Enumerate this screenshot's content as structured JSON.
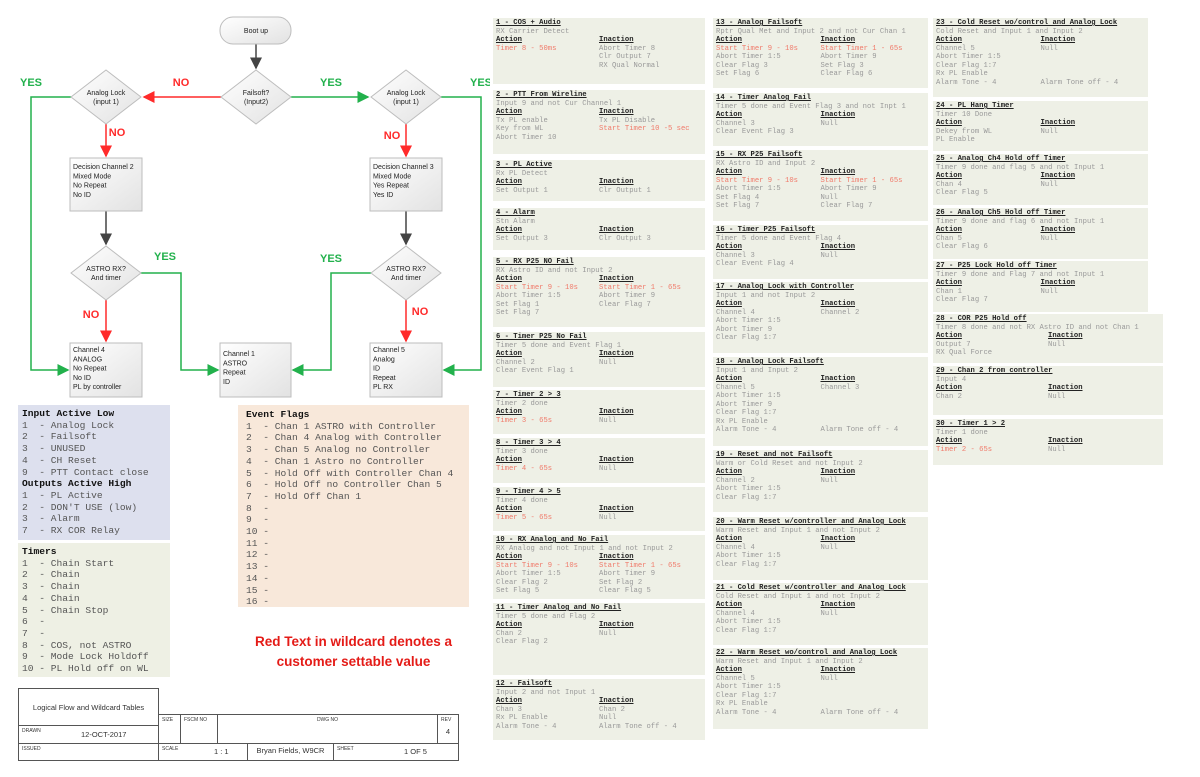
{
  "flowchart": {
    "boot": "Boot up",
    "failsoft": [
      "Failsoft?",
      "(Input2)"
    ],
    "analog_lock_left": [
      "Analog Lock",
      "(input 1)"
    ],
    "analog_lock_right": [
      "Analog Lock",
      "(input 1)"
    ],
    "decision_ch2": [
      "Decision Channel 2",
      "Mixed Mode",
      "No Repeat",
      "No ID"
    ],
    "decision_ch3": [
      "Decision Channel 3",
      "Mixed Mode",
      "Yes Repeat",
      "Yes ID"
    ],
    "astro_left": [
      "ASTRO RX?",
      "And timer"
    ],
    "astro_right": [
      "ASTRO RX?",
      "And timer"
    ],
    "channel4": [
      "Channel 4",
      "ANALOG",
      "No Repeat",
      "No ID",
      "PL by controller"
    ],
    "channel1": [
      "Channel 1",
      "ASTRO",
      "Repeat",
      "ID"
    ],
    "channel5": [
      "Channel 5",
      "Analog",
      "ID",
      "Repeat",
      "PL RX"
    ],
    "yes": "YES",
    "no": "NO",
    "colors": {
      "yes": "#22b14c",
      "no": "#ff2a2a",
      "neutral": "#555555"
    }
  },
  "inputs": {
    "title": "Input Active Low",
    "items": [
      "1  - Analog Lock",
      "2  - Failsoft",
      "3  - UNUSED",
      "4  - CH Reset",
      "9  - PTT Contact close"
    ],
    "outputs_title": "Outputs Active High",
    "outputs": [
      "1  - PL Active",
      "2  - DON'T USE (low)",
      "3  - Alarm",
      "7  - RX COR Relay"
    ]
  },
  "timers": {
    "title": "Timers",
    "items": [
      "1  - Chain Start",
      "2  - Chain",
      "3  - Chain",
      "4  - Chain",
      "5  - Chain Stop",
      "6  -",
      "7  -",
      "8  - COS, not ASTRO",
      "9  - Mode Lock Holdoff",
      "10 - PL Hold off on WL"
    ]
  },
  "event_flags": {
    "title": "Event Flags",
    "items": [
      "1  - Chan 1 ASTRO with Controller",
      "2  - Chan 4 Analog with Controller",
      "3  - Chan 5 Analog no Controller",
      "4  - Chan 1 Astro no Controller",
      "5  - Hold Off with Controller Chan 4",
      "6  - Hold Off no Controller Chan 5",
      "7  - Hold Off Chan 1",
      "8  -",
      "9  -",
      "10 -",
      "11 -",
      "12 -",
      "13 -",
      "14 -",
      "15 -",
      "16 -"
    ]
  },
  "note": [
    "Red Text in wildcard denotes a",
    "customer settable value"
  ],
  "title_block": {
    "title": "Logical Flow and Wildcard Tables",
    "drawn_label": "DRAWN",
    "drawn": "12-OCT-2017",
    "issued_label": "ISSUED",
    "size_label": "SIZE",
    "fscm_label": "FSCM NO",
    "dwg_label": "DWG NO",
    "rev_label": "REV",
    "rev": "4",
    "scale_label": "SCALE",
    "scale": "1 : 1",
    "author": "Bryan Fields, W9CR",
    "sheet_label": "SHEET",
    "sheet": "1 OF 5"
  },
  "wildcards": {
    "action_label": "Action",
    "inaction_label": "Inaction",
    "columns": [
      [
        {
          "title": "1 - COS + Audio",
          "cond": "RX Carrier Detect",
          "action": [
            {
              "text": "Timer 8 - 50ms",
              "red": true
            }
          ],
          "inaction": [
            {
              "text": "Abort Timer 8"
            },
            {
              "text": "Clr Output 7"
            },
            {
              "text": "RX Qual Normal"
            }
          ]
        },
        {
          "title": "2 - PTT From Wireline",
          "cond": "Input 9 and not Cur Channel 1",
          "action": [
            {
              "text": "Tx PL enable"
            },
            {
              "text": "Key from WL"
            },
            {
              "text": "Abort Timer 10"
            }
          ],
          "inaction": [
            {
              "text": "Tx PL Disable"
            },
            {
              "text": "Start Timer 10 -5 sec",
              "red": true
            }
          ]
        },
        {
          "title": "3 - PL Active",
          "cond": "Rx PL Detect",
          "action": [
            {
              "text": "Set Output 1"
            }
          ],
          "inaction": [
            {
              "text": "Clr Output 1"
            }
          ]
        },
        {
          "title": "4 - Alarm",
          "cond": "Stn Alarm",
          "action": [
            {
              "text": "Set Output 3"
            }
          ],
          "inaction": [
            {
              "text": "Clr Output 3"
            }
          ]
        },
        {
          "title": "5 - RX P25 NO Fail",
          "cond": "RX Astro ID and not Input 2",
          "action": [
            {
              "text": "Start Timer 9 - 10s",
              "red": true
            },
            {
              "text": "Abort Timer 1:5"
            },
            {
              "text": "Set Flag 1"
            },
            {
              "text": "Set Flag 7"
            }
          ],
          "inaction": [
            {
              "text": "Start Timer 1 - 65s",
              "red": true
            },
            {
              "text": "Abort Timer 9"
            },
            {
              "text": "Clear Flag 7"
            }
          ]
        },
        {
          "title": "6 - Timer P25 No Fail",
          "cond": "Timer 5 done and Event Flag 1",
          "action": [
            {
              "text": "Channel 2"
            },
            {
              "text": "Clear Event Flag 1"
            }
          ],
          "inaction": [
            {
              "text": "Null"
            }
          ]
        },
        {
          "title": "7 - Timer 2 > 3",
          "cond": "Timer 2 done",
          "action": [
            {
              "text": "Timer 3 - 65s",
              "red": true
            }
          ],
          "inaction": [
            {
              "text": "Null"
            }
          ]
        },
        {
          "title": "8 - Timer 3 > 4",
          "cond": "Timer 3 done",
          "action": [
            {
              "text": "Timer 4 - 65s",
              "red": true
            }
          ],
          "inaction": [
            {
              "text": "Null"
            }
          ]
        },
        {
          "title": "9 - Timer 4 > 5",
          "cond": "Timer 4 done",
          "action": [
            {
              "text": "Timer 5 - 65s",
              "red": true
            }
          ],
          "inaction": [
            {
              "text": "Null"
            }
          ]
        },
        {
          "title": "10 - RX Analog and No Fail",
          "cond": "RX Analog and not Input 1 and not Input 2",
          "action": [
            {
              "text": "Start Timer 9 - 10s",
              "red": true
            },
            {
              "text": "Abort Timer 1:5"
            },
            {
              "text": "Clear Flag 2"
            },
            {
              "text": "Set Flag 5"
            }
          ],
          "inaction": [
            {
              "text": "Start Timer 1 - 65s",
              "red": true
            },
            {
              "text": "Abort Timer 9"
            },
            {
              "text": "Set Flag 2"
            },
            {
              "text": "Clear Flag 5"
            }
          ]
        },
        {
          "title": "11 - Timer Analog and No Fail",
          "cond": "Timer 5 done and Flag 2",
          "action": [
            {
              "text": "Chan 2"
            },
            {
              "text": "Clear Flag 2"
            }
          ],
          "inaction": [
            {
              "text": "Null"
            }
          ]
        },
        {
          "title": "12 - Failsoft",
          "cond": "Input 2 and not Input 1",
          "action": [
            {
              "text": "Chan 3"
            },
            {
              "text": "Rx PL Enable"
            },
            {
              "text": "Alarm Tone - 4"
            }
          ],
          "inaction": [
            {
              "text": "Chan 2"
            },
            {
              "text": "Null"
            },
            {
              "text": "Alarm Tone off - 4"
            }
          ]
        }
      ],
      [
        {
          "title": "13 - Analog Failsoft",
          "cond": "Rptr Qual Met and Input 2 and not Cur Chan 1",
          "action": [
            {
              "text": "Start Timer 9 - 10s",
              "red": true
            },
            {
              "text": "Abort Timer 1:5"
            },
            {
              "text": "Clear Flag 3"
            },
            {
              "text": "Set Flag 6"
            }
          ],
          "inaction": [
            {
              "text": "Start Timer 1 - 65s",
              "red": true
            },
            {
              "text": "Abort Timer 9"
            },
            {
              "text": "Set Flag 3"
            },
            {
              "text": "Clear Flag 6"
            }
          ]
        },
        {
          "title": "14 - Timer Analog Fail",
          "cond": "Timer 5 done and Event Flag 3 and not Inpt 1",
          "action": [
            {
              "text": "Channel 3"
            },
            {
              "text": "Clear Event Flag 3"
            }
          ],
          "inaction": [
            {
              "text": "Null"
            }
          ]
        },
        {
          "title": "15 - RX P25 Failsoft",
          "cond": "RX Astro ID and Input 2",
          "action": [
            {
              "text": "Start Timer 9 - 10s",
              "red": true
            },
            {
              "text": "Abort Timer 1:5"
            },
            {
              "text": "Set Flag 4"
            },
            {
              "text": "Set Flag 7"
            }
          ],
          "inaction": [
            {
              "text": "Start Timer 1 - 65s",
              "red": true
            },
            {
              "text": "Abort Timer 9"
            },
            {
              "text": "Null"
            },
            {
              "text": "Clear Flag 7"
            }
          ]
        },
        {
          "title": "16 - Timer P25 Failsoft",
          "cond": "Timer 5 done and Event Flag 4",
          "action": [
            {
              "text": "Channel 3"
            },
            {
              "text": "Clear Event Flag 4"
            }
          ],
          "inaction": [
            {
              "text": "Null"
            }
          ]
        },
        {
          "title": "17 - Analog Lock with Controller",
          "cond": "Input 1 and not Input 2",
          "action": [
            {
              "text": "Channel 4"
            },
            {
              "text": "Abort Timer 1:5"
            },
            {
              "text": "Abort Timer 9"
            },
            {
              "text": "Clear Flag 1:7"
            }
          ],
          "inaction": [
            {
              "text": "Channel 2"
            }
          ]
        },
        {
          "title": "18 - Analog Lock Failsoft",
          "cond": "Input 1 and Input 2",
          "action": [
            {
              "text": "Channel 5"
            },
            {
              "text": "Abort Timer 1:5"
            },
            {
              "text": "Abort Timer 9"
            },
            {
              "text": "Clear Flag 1:7"
            },
            {
              "text": "Rx PL Enable"
            },
            {
              "text": "Alarm Tone - 4"
            }
          ],
          "inaction": [
            {
              "text": "Channel 3"
            },
            {
              "text": ""
            },
            {
              "text": ""
            },
            {
              "text": ""
            },
            {
              "text": ""
            },
            {
              "text": "Alarm Tone off - 4"
            }
          ]
        },
        {
          "title": "19 - Reset and not Failsoft",
          "cond": "Warm or Cold Reset and not Input 2",
          "action": [
            {
              "text": "Channel 2"
            },
            {
              "text": "Abort Timer 1:5"
            },
            {
              "text": "Clear Flag 1:7"
            }
          ],
          "inaction": [
            {
              "text": "Null"
            }
          ]
        },
        {
          "title": "20 - Warm Reset w/controller and Analog Lock",
          "cond": "Warm Reset and Input 1 and not Input 2",
          "action": [
            {
              "text": "Channel 4"
            },
            {
              "text": "Abort Timer 1:5"
            },
            {
              "text": "Clear Flag 1:7"
            }
          ],
          "inaction": [
            {
              "text": "Null"
            }
          ]
        },
        {
          "title": "21 - Cold Reset w/controller and Analog Lock",
          "cond": "Cold Reset and Input 1 and not Input 2",
          "action": [
            {
              "text": "Channel 4"
            },
            {
              "text": "Abort Timer 1:5"
            },
            {
              "text": "Clear Flag 1:7"
            }
          ],
          "inaction": [
            {
              "text": "Null"
            }
          ]
        },
        {
          "title": "22 - Warm Reset wo/control and Analog Lock",
          "cond": "Warm Reset and Input 1 and Input 2",
          "action": [
            {
              "text": "Channel 5"
            },
            {
              "text": "Abort Timer 1:5"
            },
            {
              "text": "Clear Flag 1:7"
            },
            {
              "text": "Rx PL Enable"
            },
            {
              "text": "Alarm Tone - 4"
            }
          ],
          "inaction": [
            {
              "text": "Null"
            },
            {
              "text": ""
            },
            {
              "text": ""
            },
            {
              "text": ""
            },
            {
              "text": "Alarm Tone off - 4"
            }
          ]
        }
      ],
      [
        {
          "title": "23 - Cold Reset wo/control and Analog Lock",
          "cond": "Cold Reset and Input 1 and Input 2",
          "action": [
            {
              "text": "Channel 5"
            },
            {
              "text": "Abort Timer 1:5"
            },
            {
              "text": "Clear Flag 1:7"
            },
            {
              "text": "Rx PL Enable"
            },
            {
              "text": "Alarm Tone - 4"
            }
          ],
          "inaction": [
            {
              "text": "Null"
            },
            {
              "text": ""
            },
            {
              "text": ""
            },
            {
              "text": ""
            },
            {
              "text": "Alarm Tone off - 4"
            }
          ]
        },
        {
          "title": "24 - PL Hang Timer",
          "cond": "Timer 10 Done",
          "action": [
            {
              "text": "Dekey from WL"
            },
            {
              "text": "PL Enable"
            }
          ],
          "inaction": [
            {
              "text": "Null"
            }
          ]
        },
        {
          "title": "25 - Analog Ch4 Hold off Timer",
          "cond": "Timer 9 done and flag 5 and not Input 1",
          "action": [
            {
              "text": "Chan 4"
            },
            {
              "text": "Clear Flag 5"
            }
          ],
          "inaction": [
            {
              "text": "Null"
            }
          ]
        },
        {
          "title": "26 - Analog Ch5 Hold off Timer",
          "cond": "Timer 9 done and flag 6 and not Input 1",
          "action": [
            {
              "text": "Chan 5"
            },
            {
              "text": "Clear Flag 6"
            }
          ],
          "inaction": [
            {
              "text": "Null"
            }
          ]
        },
        {
          "title": "27 - P25 Lock Hold off Timer",
          "cond": "Timer 9 done and Flag 7 and not Input 1",
          "action": [
            {
              "text": "Chan 1"
            },
            {
              "text": "Clear Flag 7"
            }
          ],
          "inaction": [
            {
              "text": "Null"
            }
          ]
        },
        {
          "title": "28 - COR P25 Hold off",
          "cond": "Timer 8 done and not RX Astro ID and not Chan 1",
          "action": [
            {
              "text": "Output 7"
            },
            {
              "text": "RX Qual Force"
            }
          ],
          "inaction": [
            {
              "text": "Null"
            }
          ]
        },
        {
          "title": "29 - Chan 2 from controller",
          "cond": "Input 4",
          "action": [
            {
              "text": "Chan 2"
            }
          ],
          "inaction": [
            {
              "text": "Null"
            }
          ]
        },
        {
          "title": "30 - Timer 1 > 2",
          "cond": "Timer 1 done",
          "action": [
            {
              "text": "Timer 2 - 65s",
              "red": true
            }
          ],
          "inaction": [
            {
              "text": "Null"
            }
          ]
        }
      ]
    ]
  }
}
